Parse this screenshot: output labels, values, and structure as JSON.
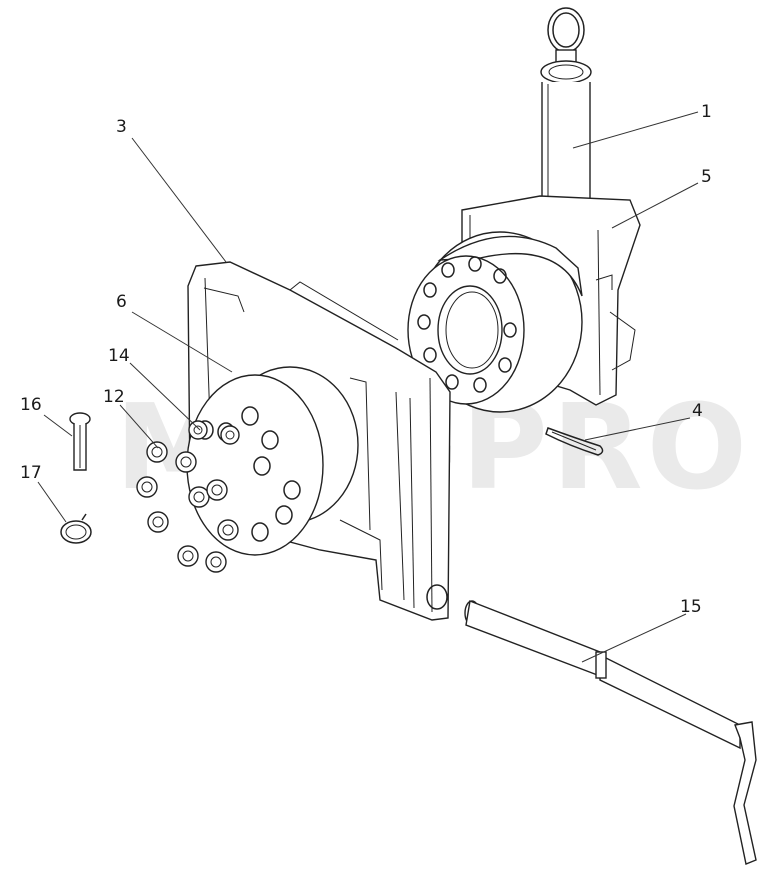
{
  "watermark": "MTZ-PRO",
  "callouts": [
    {
      "id": "c1",
      "text": "1"
    },
    {
      "id": "c3",
      "text": "3"
    },
    {
      "id": "c4",
      "text": "4"
    },
    {
      "id": "c5",
      "text": "5"
    },
    {
      "id": "c6",
      "text": "6"
    },
    {
      "id": "c12",
      "text": "12"
    },
    {
      "id": "c14",
      "text": "14"
    },
    {
      "id": "c15",
      "text": "15"
    },
    {
      "id": "c16",
      "text": "16"
    },
    {
      "id": "c17",
      "text": "17"
    }
  ]
}
